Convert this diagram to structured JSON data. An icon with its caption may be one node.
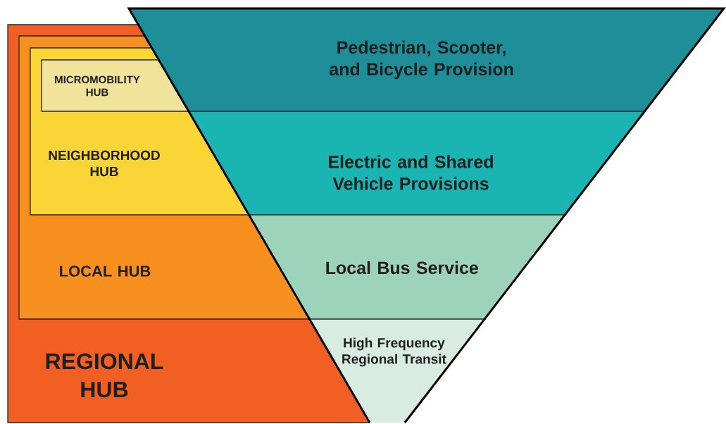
{
  "diagram": {
    "nodes": [
      {
        "text": [
          "REGIONAL HUB"
        ]
      },
      {
        "text": [
          "LOCAL HUB"
        ],
        "in": 0
      },
      {
        "text": [
          "NEIGHBORHOOD HUB"
        ],
        "in": 1
      },
      {
        "text": [
          "MICROMOBILITY HUB"
        ],
        "in": 2
      },
      {
        "text": [
          "Pedestrian, Scooter, and Bicycle Provision"
        ]
      },
      {
        "text": [
          "Electric and Shared Vehicle Provisions"
        ]
      },
      {
        "text": [
          "Local Bus Service"
        ]
      },
      {
        "text": [
          "High Frequency Regional Transit"
        ]
      }
    ]
  }
}
